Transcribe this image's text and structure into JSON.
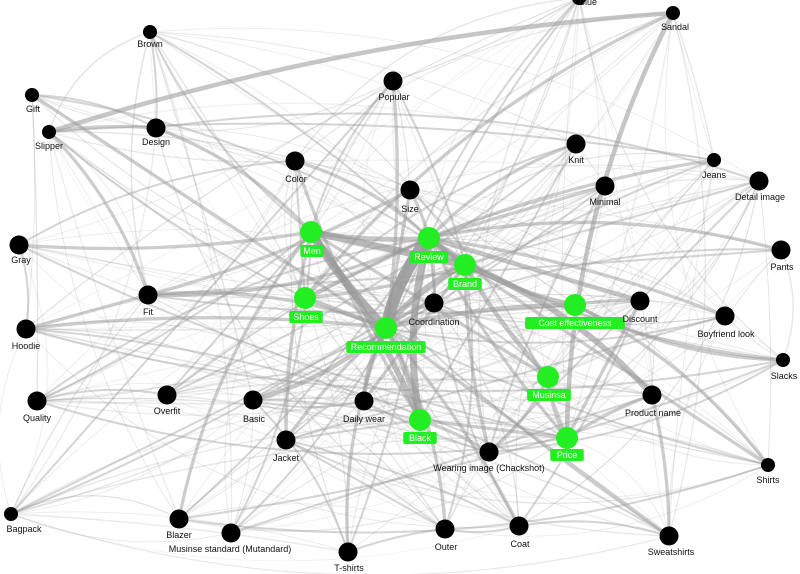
{
  "colors": {
    "normal_node": "#000000",
    "highlight_node": "#22ee22",
    "edge": "#9a9a9a",
    "bg": "#ffffff"
  },
  "nodes": [
    {
      "id": "blue",
      "label": "Blue",
      "hl": false
    },
    {
      "id": "sandal",
      "label": "Sandal",
      "hl": false
    },
    {
      "id": "brown",
      "label": "Brown",
      "hl": false
    },
    {
      "id": "popular",
      "label": "Popular",
      "hl": false
    },
    {
      "id": "gift",
      "label": "Gift",
      "hl": false
    },
    {
      "id": "slipper",
      "label": "Slipper",
      "hl": false
    },
    {
      "id": "design",
      "label": "Design",
      "hl": false
    },
    {
      "id": "knit",
      "label": "Knit",
      "hl": false
    },
    {
      "id": "jeans",
      "label": "Jeans",
      "hl": false
    },
    {
      "id": "color",
      "label": "Color",
      "hl": false
    },
    {
      "id": "detail-image",
      "label": "Detail image",
      "hl": false
    },
    {
      "id": "minimal",
      "label": "Minimal",
      "hl": false
    },
    {
      "id": "size",
      "label": "Size",
      "hl": false
    },
    {
      "id": "men",
      "label": "Men",
      "hl": true
    },
    {
      "id": "review",
      "label": "Review",
      "hl": true
    },
    {
      "id": "gray",
      "label": "Gray",
      "hl": false
    },
    {
      "id": "pants",
      "label": "Pants",
      "hl": false
    },
    {
      "id": "brand",
      "label": "Brand",
      "hl": true
    },
    {
      "id": "fit",
      "label": "Fit",
      "hl": false
    },
    {
      "id": "shoes",
      "label": "Shoes",
      "hl": true
    },
    {
      "id": "coordination",
      "label": "Coordination",
      "hl": false
    },
    {
      "id": "cost-effectiveness",
      "label": "Cost effectiveness",
      "hl": true
    },
    {
      "id": "discount",
      "label": "Discount",
      "hl": false
    },
    {
      "id": "boyfriend-look",
      "label": "Boyfriend look",
      "hl": false
    },
    {
      "id": "hoodie",
      "label": "Hoodie",
      "hl": false
    },
    {
      "id": "recommendation",
      "label": "Recommendation",
      "hl": true
    },
    {
      "id": "slacks",
      "label": "Slacks",
      "hl": false
    },
    {
      "id": "musinsa",
      "label": "Musinsa",
      "hl": true
    },
    {
      "id": "quality",
      "label": "Quality",
      "hl": false
    },
    {
      "id": "overfit",
      "label": "Overfit",
      "hl": false
    },
    {
      "id": "basic",
      "label": "Basic",
      "hl": false
    },
    {
      "id": "daily-wear",
      "label": "Daily wear",
      "hl": false
    },
    {
      "id": "product-name",
      "label": "Product name",
      "hl": false
    },
    {
      "id": "black",
      "label": "Black",
      "hl": true
    },
    {
      "id": "jacket",
      "label": "Jacket",
      "hl": false
    },
    {
      "id": "wearing-image",
      "label": "Wearing image (Chackshot)",
      "hl": false
    },
    {
      "id": "price",
      "label": "Price",
      "hl": true
    },
    {
      "id": "shirts",
      "label": "Shirts",
      "hl": false
    },
    {
      "id": "bagpack",
      "label": "Bagpack",
      "hl": false
    },
    {
      "id": "blazer",
      "label": "Blazer",
      "hl": false
    },
    {
      "id": "musinse-standard",
      "label": "Musinse standard (Mutandard)",
      "hl": false
    },
    {
      "id": "outer",
      "label": "Outer",
      "hl": false
    },
    {
      "id": "coat",
      "label": "Coat",
      "hl": false
    },
    {
      "id": "sweatshirts",
      "label": "Sweatshirts",
      "hl": false
    },
    {
      "id": "t-shirts",
      "label": "T-shirts",
      "hl": false
    }
  ],
  "edges": [
    {
      "s": "recommendation",
      "t": "review",
      "w": 9
    },
    {
      "s": "recommendation",
      "t": "men",
      "w": 6
    },
    {
      "s": "men",
      "t": "brand",
      "w": 5
    },
    {
      "s": "review",
      "t": "brand",
      "w": 4
    },
    {
      "s": "review",
      "t": "black",
      "w": 5
    },
    {
      "s": "recommendation",
      "t": "brand",
      "w": 4
    },
    {
      "s": "men",
      "t": "black",
      "w": 4
    },
    {
      "s": "shoes",
      "t": "recommendation",
      "w": 3
    },
    {
      "s": "men",
      "t": "review",
      "w": 3
    },
    {
      "s": "review",
      "t": "cost-effectiveness",
      "w": 3
    },
    {
      "s": "brand",
      "t": "product-name",
      "w": 4
    },
    {
      "s": "recommendation",
      "t": "cost-effectiveness",
      "w": 3
    },
    {
      "s": "review",
      "t": "discount",
      "w": 3
    },
    {
      "s": "brand",
      "t": "musinsa",
      "w": 3
    },
    {
      "s": "recommendation",
      "t": "daily-wear",
      "w": 3
    },
    {
      "s": "recommendation",
      "t": "basic",
      "w": 3
    },
    {
      "s": "recommendation",
      "t": "black",
      "w": 3
    },
    {
      "s": "men",
      "t": "musinsa",
      "w": 2
    },
    {
      "s": "sandal",
      "t": "slipper",
      "w": 3
    },
    {
      "s": "sandal",
      "t": "price",
      "w": 3
    },
    {
      "s": "slipper",
      "t": "fit",
      "w": 2
    },
    {
      "s": "slipper",
      "t": "design",
      "w": 2
    },
    {
      "s": "gift",
      "t": "recommendation",
      "w": 2
    },
    {
      "s": "gray",
      "t": "men",
      "w": 2
    },
    {
      "s": "fit",
      "t": "review",
      "w": 2
    },
    {
      "s": "fit",
      "t": "recommendation",
      "w": 2
    },
    {
      "s": "hoodie",
      "t": "recommendation",
      "w": 2
    },
    {
      "s": "hoodie",
      "t": "fit",
      "w": 2
    },
    {
      "s": "recommendation",
      "t": "jacket",
      "w": 2
    },
    {
      "s": "recommendation",
      "t": "t-shirts",
      "w": 2
    },
    {
      "s": "recommendation",
      "t": "outer",
      "w": 2
    },
    {
      "s": "recommendation",
      "t": "coat",
      "w": 2
    },
    {
      "s": "recommendation",
      "t": "sweatshirts",
      "w": 2
    },
    {
      "s": "review",
      "t": "price",
      "w": 2
    },
    {
      "s": "review",
      "t": "slacks",
      "w": 2
    },
    {
      "s": "review",
      "t": "pants",
      "w": 2
    },
    {
      "s": "review",
      "t": "boyfriend-look",
      "w": 2
    },
    {
      "s": "brand",
      "t": "shirts",
      "w": 2
    },
    {
      "s": "review",
      "t": "size",
      "w": 2
    },
    {
      "s": "review",
      "t": "color",
      "w": 2
    },
    {
      "s": "review",
      "t": "knit",
      "w": 2
    },
    {
      "s": "review",
      "t": "jeans",
      "w": 2
    },
    {
      "s": "review",
      "t": "minimal",
      "w": 2
    },
    {
      "s": "recommendation",
      "t": "popular",
      "w": 2
    },
    {
      "s": "men",
      "t": "design",
      "w": 2
    },
    {
      "s": "men",
      "t": "brown",
      "w": 1
    },
    {
      "s": "men",
      "t": "quality",
      "w": 1
    },
    {
      "s": "men",
      "t": "overfit",
      "w": 1
    },
    {
      "s": "men",
      "t": "jacket",
      "w": 2
    },
    {
      "s": "men",
      "t": "blazer",
      "w": 2
    },
    {
      "s": "men",
      "t": "musinse-standard",
      "w": 1
    },
    {
      "s": "brand",
      "t": "bagpack",
      "w": 1
    },
    {
      "s": "brand",
      "t": "detail-image",
      "w": 1
    },
    {
      "s": "brand",
      "t": "wearing-image",
      "w": 2
    },
    {
      "s": "cost-effectiveness",
      "t": "slacks",
      "w": 2
    },
    {
      "s": "cost-effectiveness",
      "t": "shirts",
      "w": 2
    },
    {
      "s": "cost-effectiveness",
      "t": "discount",
      "w": 2
    },
    {
      "s": "discount",
      "t": "price",
      "w": 2
    },
    {
      "s": "product-name",
      "t": "price",
      "w": 2
    },
    {
      "s": "musinsa",
      "t": "price",
      "w": 2
    },
    {
      "s": "musinsa",
      "t": "wearing-image",
      "w": 2
    },
    {
      "s": "black",
      "t": "wearing-image",
      "w": 2
    },
    {
      "s": "black",
      "t": "price",
      "w": 2
    },
    {
      "s": "coordination",
      "t": "review",
      "w": 2
    },
    {
      "s": "coordination",
      "t": "recommendation",
      "w": 2
    },
    {
      "s": "coordination",
      "t": "musinsa",
      "w": 1
    },
    {
      "s": "size",
      "t": "fit",
      "w": 2
    },
    {
      "s": "size",
      "t": "recommendation",
      "w": 2
    },
    {
      "s": "color",
      "t": "black",
      "w": 2
    },
    {
      "s": "color",
      "t": "gray",
      "w": 1
    },
    {
      "s": "shoes",
      "t": "sandal",
      "w": 2
    },
    {
      "s": "shoes",
      "t": "slipper",
      "w": 1
    },
    {
      "s": "shoes",
      "t": "review",
      "w": 2
    },
    {
      "s": "shoes",
      "t": "brand",
      "w": 2
    },
    {
      "s": "basic",
      "t": "daily-wear",
      "w": 1
    },
    {
      "s": "basic",
      "t": "t-shirts",
      "w": 1
    },
    {
      "s": "jacket",
      "t": "coat",
      "w": 1
    },
    {
      "s": "jacket",
      "t": "outer",
      "w": 1
    },
    {
      "s": "blazer",
      "t": "slacks",
      "w": 1
    },
    {
      "s": "sweatshirts",
      "t": "hoodie",
      "w": 1
    },
    {
      "s": "shirts",
      "t": "blazer",
      "w": 1
    },
    {
      "s": "product-name",
      "t": "sweatshirts",
      "w": 2
    },
    {
      "s": "musinse-standard",
      "t": "product-name",
      "w": 1
    },
    {
      "s": "overfit",
      "t": "knit",
      "w": 1
    },
    {
      "s": "quality",
      "t": "price",
      "w": 1
    },
    {
      "s": "design",
      "t": "detail-image",
      "w": 1
    },
    {
      "s": "popular",
      "t": "brand",
      "w": 1
    },
    {
      "s": "popular",
      "t": "bagpack",
      "w": 1
    },
    {
      "s": "blue",
      "t": "review",
      "w": 1
    },
    {
      "s": "blue",
      "t": "recommendation",
      "w": 1
    },
    {
      "s": "gift",
      "t": "brand",
      "w": 1
    },
    {
      "s": "brown",
      "t": "review",
      "w": 1
    },
    {
      "s": "knit",
      "t": "black",
      "w": 1
    },
    {
      "s": "jeans",
      "t": "recommendation",
      "w": 1
    },
    {
      "s": "pants",
      "t": "recommendation",
      "w": 1
    },
    {
      "s": "boyfriend-look",
      "t": "recommendation",
      "w": 1
    },
    {
      "s": "minimal",
      "t": "basic",
      "w": 1
    },
    {
      "s": "detail-image",
      "t": "wearing-image",
      "w": 1
    },
    {
      "s": "gray",
      "t": "price",
      "w": 1
    },
    {
      "s": "hoodie",
      "t": "slacks",
      "w": 1
    },
    {
      "s": "quality",
      "t": "review",
      "w": 1
    },
    {
      "s": "overfit",
      "t": "review",
      "w": 1
    },
    {
      "s": "daily-wear",
      "t": "brand",
      "w": 2
    },
    {
      "s": "t-shirts",
      "t": "review",
      "w": 1
    },
    {
      "s": "outer",
      "t": "brand",
      "w": 1
    },
    {
      "s": "coat",
      "t": "review",
      "w": 1
    },
    {
      "s": "sweatshirts",
      "t": "men",
      "w": 1
    },
    {
      "s": "bagpack",
      "t": "recommendation",
      "w": 1
    },
    {
      "s": "blazer",
      "t": "review",
      "w": 1
    },
    {
      "s": "musinse-standard",
      "t": "review",
      "w": 1
    },
    {
      "s": "slacks",
      "t": "wearing-image",
      "w": 1
    },
    {
      "s": "shirts",
      "t": "recommendation",
      "w": 1
    },
    {
      "s": "pants",
      "t": "fit",
      "w": 1
    },
    {
      "s": "jeans",
      "t": "slipper",
      "w": 1
    },
    {
      "s": "knit",
      "t": "shoes",
      "w": 1
    },
    {
      "s": "gift",
      "t": "design",
      "w": 1
    },
    {
      "s": "brown",
      "t": "design",
      "w": 1
    },
    {
      "s": "color",
      "t": "shoes",
      "w": 1
    },
    {
      "s": "minimal",
      "t": "wearing-image",
      "w": 1
    },
    {
      "s": "popular",
      "t": "men",
      "w": 1
    },
    {
      "s": "size",
      "t": "price",
      "w": 1
    },
    {
      "s": "discount",
      "t": "coat",
      "w": 1
    },
    {
      "s": "boyfriend-look",
      "t": "jacket",
      "w": 1
    },
    {
      "s": "fit",
      "t": "cost-effectiveness",
      "w": 1
    },
    {
      "s": "hoodie",
      "t": "gray",
      "w": 1
    },
    {
      "s": "quality",
      "t": "overfit",
      "w": 1
    },
    {
      "s": "basic",
      "t": "black",
      "w": 1
    },
    {
      "s": "jacket",
      "t": "black",
      "w": 1
    },
    {
      "s": "daily-wear",
      "t": "wearing-image",
      "w": 1
    },
    {
      "s": "outer",
      "t": "coat",
      "w": 1
    },
    {
      "s": "coat",
      "t": "sweatshirts",
      "w": 1
    },
    {
      "s": "t-shirts",
      "t": "outer",
      "w": 1
    }
  ]
}
